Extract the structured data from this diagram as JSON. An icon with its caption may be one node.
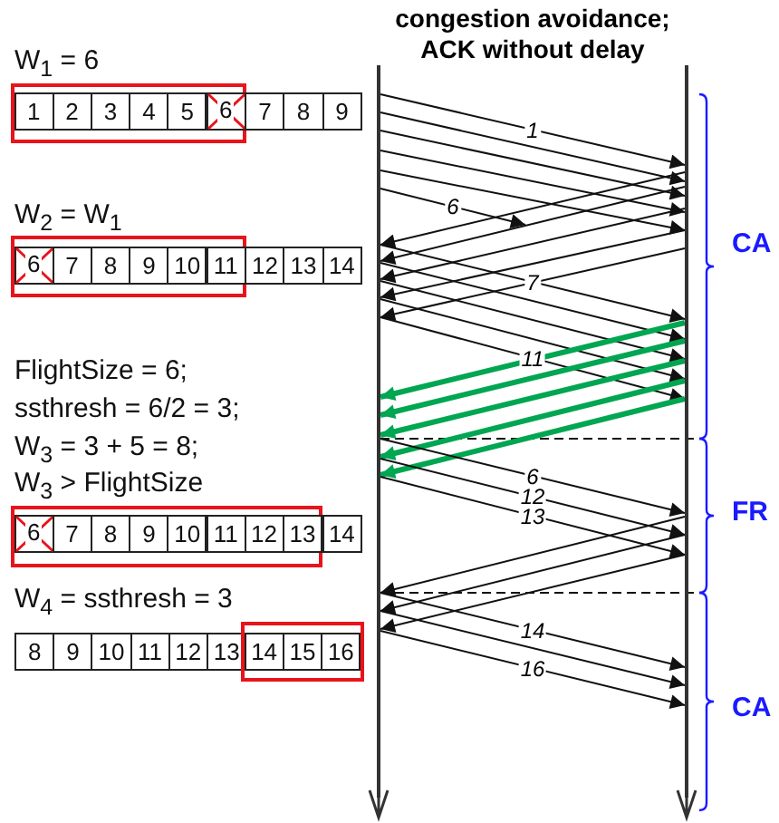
{
  "diagram": {
    "title": "congestion avoidance; ACK without delay",
    "nodes": [
      {
        "text": [],
        "shape": "line"
      },
      {
        "text": [],
        "shape": "line"
      },
      {
        "text": [],
        "shape": "box"
      },
      {
        "text": [
          "1"
        ],
        "in": 2
      },
      {
        "text": [
          "2"
        ],
        "in": 2
      },
      {
        "text": [
          "3"
        ],
        "in": 2
      },
      {
        "text": [
          "4"
        ],
        "in": 2
      },
      {
        "text": [
          "5"
        ],
        "in": 2
      },
      {
        "text": [
          "6"
        ],
        "in": 2
      },
      {
        "text": [
          "7"
        ]
      },
      {
        "text": [
          "8"
        ]
      },
      {
        "text": [
          "9"
        ]
      },
      {
        "text": [],
        "shape": "box"
      },
      {
        "text": [
          "6"
        ],
        "in": 12
      },
      {
        "text": [
          "7"
        ],
        "in": 12
      },
      {
        "text": [
          "8"
        ],
        "in": 12
      },
      {
        "text": [
          "9"
        ],
        "in": 12
      },
      {
        "text": [
          "10"
        ],
        "in": 12
      },
      {
        "text": [
          "11"
        ],
        "in": 12
      },
      {
        "text": [
          "12"
        ]
      },
      {
        "text": [
          "13"
        ]
      },
      {
        "text": [
          "14"
        ]
      },
      {
        "text": [],
        "shape": "box"
      },
      {
        "text": [
          "6"
        ],
        "in": 22
      },
      {
        "text": [
          "7"
        ],
        "in": 22
      },
      {
        "text": [
          "8"
        ],
        "in": 22
      },
      {
        "text": [
          "9"
        ],
        "in": 22
      },
      {
        "text": [
          "10"
        ],
        "in": 22
      },
      {
        "text": [
          "11"
        ],
        "in": 22
      },
      {
        "text": [
          "12"
        ],
        "in": 22
      },
      {
        "text": [
          "13"
        ],
        "in": 22
      },
      {
        "text": [
          "14"
        ]
      },
      {
        "text": [
          "8"
        ]
      },
      {
        "text": [
          "9"
        ]
      },
      {
        "text": [
          "10"
        ]
      },
      {
        "text": [
          "11"
        ]
      },
      {
        "text": [
          "12"
        ]
      },
      {
        "text": [
          "13"
        ]
      },
      {
        "text": [],
        "shape": "box"
      },
      {
        "text": [
          "14"
        ],
        "in": 38
      },
      {
        "text": [
          "15"
        ],
        "in": 38
      },
      {
        "text": [
          "16"
        ],
        "in": 38
      }
    ],
    "edges": [
      {
        "from": 0,
        "to": 1,
        "arrow": "to",
        "label": "1"
      },
      {
        "from": 0,
        "to": 1,
        "arrow": "to"
      },
      {
        "from": 0,
        "to": 1,
        "arrow": "to"
      },
      {
        "from": 0,
        "to": 1,
        "arrow": "to"
      },
      {
        "from": 0,
        "to": 1,
        "arrow": "to"
      },
      {
        "from": 0,
        "to": null,
        "arrow": "to",
        "label": "6"
      },
      {
        "from": 1,
        "to": 0,
        "arrow": "to"
      },
      {
        "from": 1,
        "to": 0,
        "arrow": "to"
      },
      {
        "from": 1,
        "to": 0,
        "arrow": "to"
      },
      {
        "from": 1,
        "to": 0,
        "arrow": "to"
      },
      {
        "from": 1,
        "to": 0,
        "arrow": "to"
      },
      {
        "from": 0,
        "to": 1,
        "arrow": "to",
        "label": "7"
      },
      {
        "from": 0,
        "to": 1,
        "arrow": "to"
      },
      {
        "from": 0,
        "to": 1,
        "arrow": "to"
      },
      {
        "from": 0,
        "to": 1,
        "arrow": "to"
      },
      {
        "from": 0,
        "to": 1,
        "arrow": "to",
        "label": "11"
      },
      {
        "from": 1,
        "to": 0,
        "arrow": "to",
        "style": "thick",
        "color": "#00a651"
      },
      {
        "from": 1,
        "to": 0,
        "arrow": "to",
        "style": "thick",
        "color": "#00a651"
      },
      {
        "from": 1,
        "to": 0,
        "arrow": "to",
        "style": "thick",
        "color": "#00a651"
      },
      {
        "from": 1,
        "to": 0,
        "arrow": "to",
        "style": "thick",
        "color": "#00a651"
      },
      {
        "from": 1,
        "to": 0,
        "arrow": "to",
        "style": "thick",
        "color": "#00a651"
      },
      {
        "from": 0,
        "to": 1,
        "arrow": "to",
        "label": "6"
      },
      {
        "from": 0,
        "to": 1,
        "arrow": "to",
        "label": "12"
      },
      {
        "from": 0,
        "to": 1,
        "arrow": "to",
        "label": "13"
      },
      {
        "from": 1,
        "to": 0,
        "arrow": "to"
      },
      {
        "from": 1,
        "to": 0,
        "arrow": "to"
      },
      {
        "from": 1,
        "to": 0,
        "arrow": "to"
      },
      {
        "from": 0,
        "to": 1,
        "arrow": "to",
        "label": "14"
      },
      {
        "from": 0,
        "to": 1,
        "arrow": "to"
      },
      {
        "from": 0,
        "to": 1,
        "arrow": "to",
        "label": "16"
      }
    ],
    "labels": [
      "W$_{1}$ = 6",
      "W$_{2}$ = W$_{1}$",
      "CA",
      "FlightSize = 6;",
      "ssthresh = 6/2 = 3;",
      "W$_{3}$ = 3 + 5 = 8;",
      "W$_{3}$ > FlightSize",
      "FR",
      "W$_{4}$ = ssthresh = 3",
      "CA"
    ]
  }
}
